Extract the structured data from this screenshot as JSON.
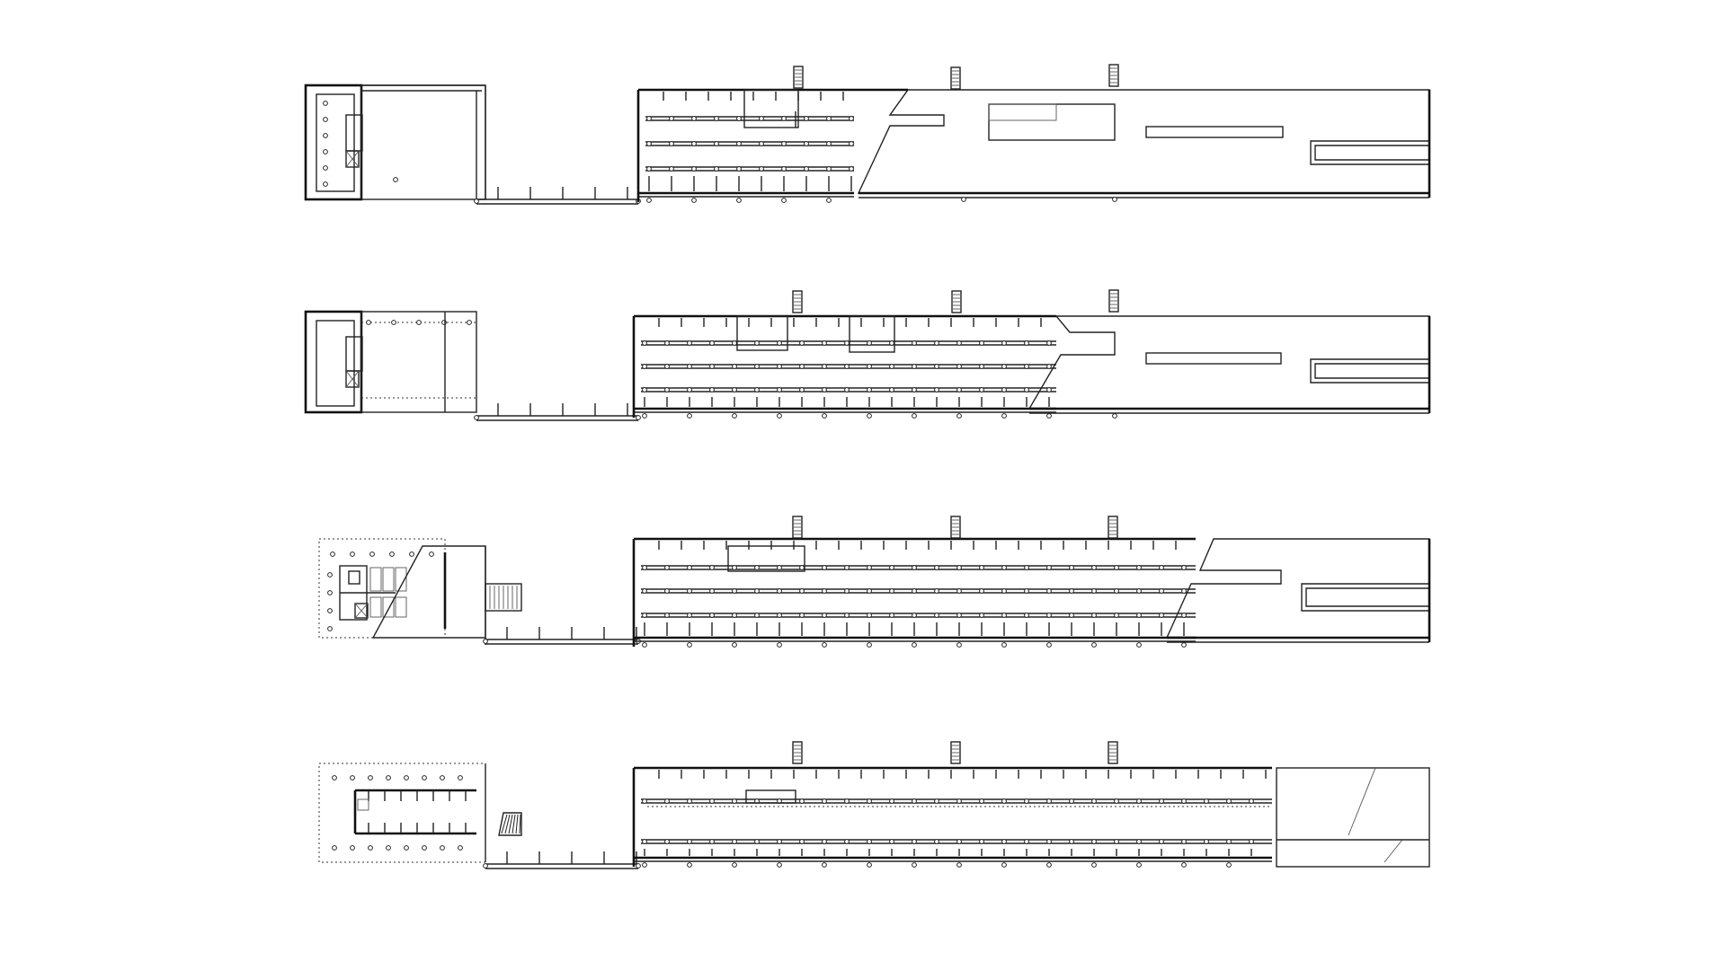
{
  "drawing": {
    "type": "architectural-floor-plans",
    "plan_count": 4,
    "line_color": "#222222",
    "background_color": "#ffffff",
    "has_text_labels": false
  },
  "plans": [
    {
      "id": "level-1",
      "order": 1,
      "end_pavilion": "rectangular",
      "sloped_ramp": "upper"
    },
    {
      "id": "level-2",
      "order": 2,
      "end_pavilion": "rectangular",
      "sloped_ramp": "middle"
    },
    {
      "id": "level-3",
      "order": 3,
      "end_pavilion": "angled-with-stair",
      "sloped_ramp": "right"
    },
    {
      "id": "level-4",
      "order": 4,
      "end_pavilion": "dotted-with-rooms",
      "sloped_ramp": "right-end"
    }
  ]
}
